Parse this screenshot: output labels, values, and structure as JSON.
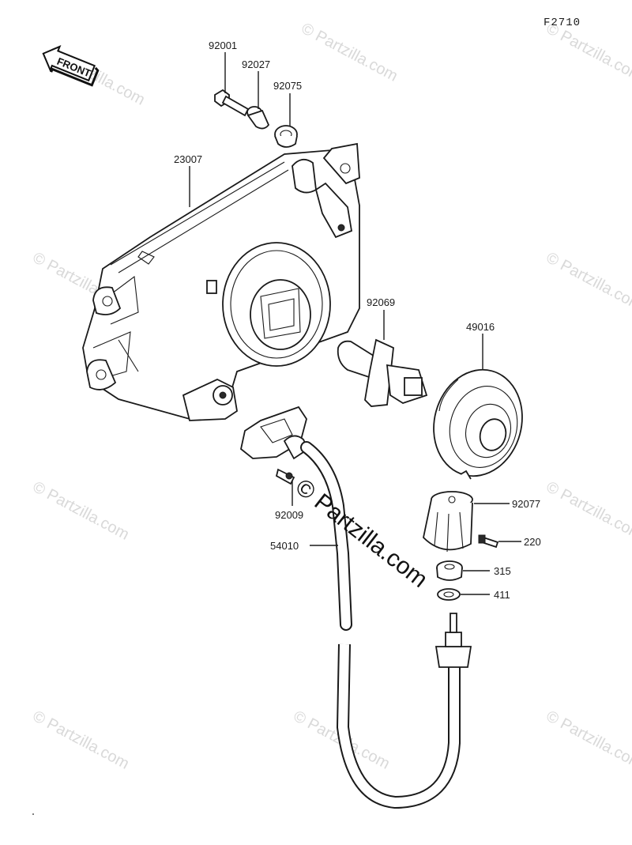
{
  "figure_code": "F2710",
  "front_badge": "FRONT",
  "center_watermark": "© Partzilla.com",
  "corner_watermark": "© Partzilla.com",
  "part_numbers": {
    "p92001": "92001",
    "p92027": "92027",
    "p92075": "92075",
    "p23007": "23007",
    "p92069": "92069",
    "p49016": "49016",
    "p92077": "92077",
    "p220": "220",
    "p315": "315",
    "p411": "411",
    "p92009": "92009",
    "p54010": "54010"
  }
}
